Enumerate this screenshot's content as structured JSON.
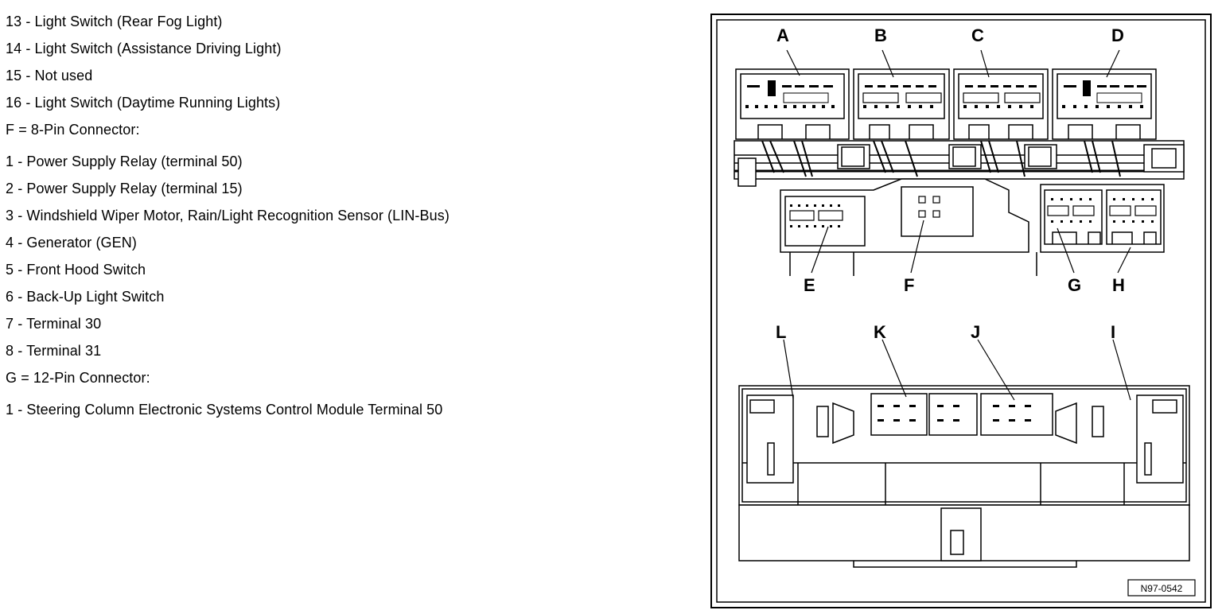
{
  "legend": {
    "lines": [
      "13 - Light Switch (Rear Fog Light)",
      "14 - Light Switch (Assistance Driving Light)",
      "15 - Not used",
      "16 - Light Switch (Daytime Running Lights)",
      "F = 8-Pin Connector:",
      "1 - Power Supply Relay (terminal 50)",
      "2 - Power Supply Relay (terminal 15)",
      "3 - Windshield Wiper Motor, Rain/Light Recognition Sensor (LIN-Bus)",
      "4 - Generator (GEN)",
      "5 - Front Hood Switch",
      "6 - Back-Up Light Switch",
      "7 - Terminal 30",
      "8 - Terminal 31",
      "G = 12-Pin Connector:",
      "1 - Steering Column Electronic Systems Control Module Terminal 50"
    ]
  },
  "figure": {
    "callouts": {
      "A": "A",
      "B": "B",
      "C": "C",
      "D": "D",
      "E": "E",
      "F": "F",
      "G": "G",
      "H": "H",
      "L": "L",
      "K": "K",
      "J": "J",
      "I": "I"
    },
    "figure_code": "N97-0542"
  }
}
